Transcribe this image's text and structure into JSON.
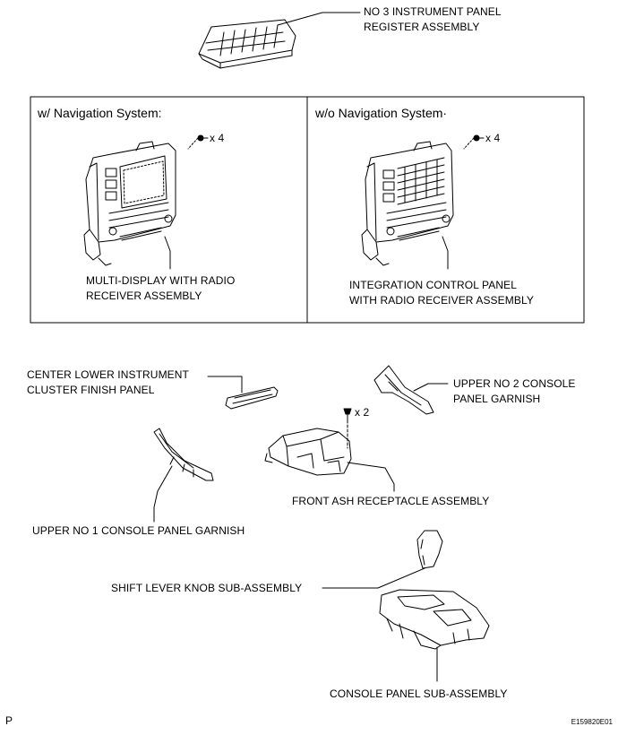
{
  "panels": {
    "left_header": "w/ Navigation System:",
    "right_header": "w/o Navigation System·",
    "left_fastener_qty": "x 4",
    "right_fastener_qty": "x 4"
  },
  "labels": {
    "register": [
      "NO  3 INSTRUMENT PANEL",
      "REGISTER ASSEMBLY"
    ],
    "multi_display": [
      "MULTI-DISPLAY WITH RADIO",
      "RECEIVER ASSEMBLY"
    ],
    "integration_panel": [
      "INTEGRATION CONTROL PANEL",
      "WITH RADIO RECEIVER ASSEMBLY"
    ],
    "center_lower": [
      "CENTER LOWER INSTRUMENT",
      "CLUSTER FINISH PANEL"
    ],
    "upper_no2": [
      "UPPER NO  2 CONSOLE",
      "PANEL GARNISH"
    ],
    "ash_qty": "x 2",
    "ash_receptacle": "FRONT ASH RECEPTACLE ASSEMBLY",
    "upper_no1": "UPPER NO  1 CONSOLE PANEL GARNISH",
    "shift_knob": "SHIFT LEVER KNOB SUB-ASSEMBLY",
    "console_panel": "CONSOLE PANEL SUB-ASSEMBLY"
  },
  "footer": {
    "left_mark": "P",
    "figure_code": "E159820E01"
  },
  "icons": [
    "register-vent-icon",
    "multi-display-icon",
    "integration-panel-icon",
    "clip-icon",
    "screw-icon",
    "finish-panel-icon",
    "garnish-no2-icon",
    "garnish-no1-icon",
    "ash-receptacle-icon",
    "shift-knob-icon",
    "console-panel-icon"
  ]
}
